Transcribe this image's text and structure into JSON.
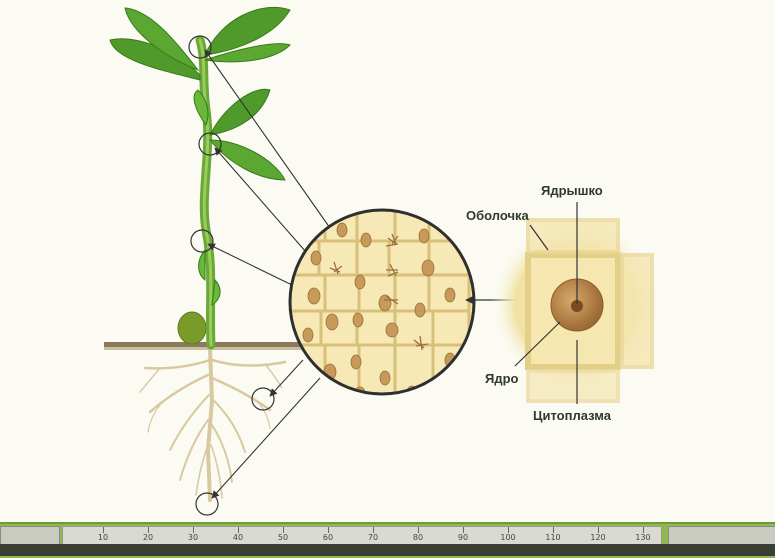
{
  "labels": {
    "nucleolus": "Ядрышко",
    "membrane": "Оболочка",
    "nucleus": "Ядро",
    "cytoplasm": "Цитоплазма"
  },
  "ruler": {
    "ticks": [
      "10",
      "20",
      "30",
      "40",
      "50",
      "60",
      "70",
      "80",
      "90",
      "100",
      "110",
      "120",
      "130"
    ]
  },
  "colors": {
    "leaf": "#4f9a2a",
    "stem": "#6aa83a",
    "root": "#d9c9a0",
    "cell_fill": "#f3e3a8",
    "cell_wall": "#d8c078",
    "nucleus": "#b98a4e",
    "soil_line": "#8a7a5a",
    "toolbar": "#8fb84e"
  },
  "icons": [
    "magnifier-circle-icon",
    "arrow-icon"
  ]
}
